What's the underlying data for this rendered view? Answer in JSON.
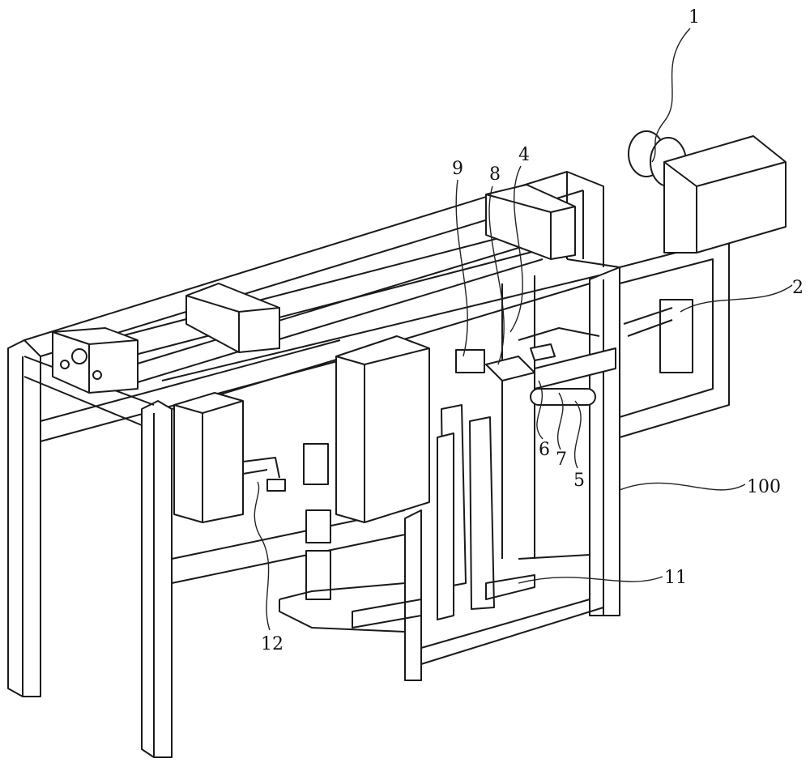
{
  "figure": {
    "labels": [
      {
        "id": "1",
        "text": "1"
      },
      {
        "id": "2",
        "text": "2"
      },
      {
        "id": "4",
        "text": "4"
      },
      {
        "id": "5",
        "text": "5"
      },
      {
        "id": "6",
        "text": "6"
      },
      {
        "id": "7",
        "text": "7"
      },
      {
        "id": "8",
        "text": "8"
      },
      {
        "id": "9",
        "text": "9"
      },
      {
        "id": "100",
        "text": "100"
      },
      {
        "id": "11",
        "text": "11"
      },
      {
        "id": "12",
        "text": "12"
      }
    ]
  }
}
